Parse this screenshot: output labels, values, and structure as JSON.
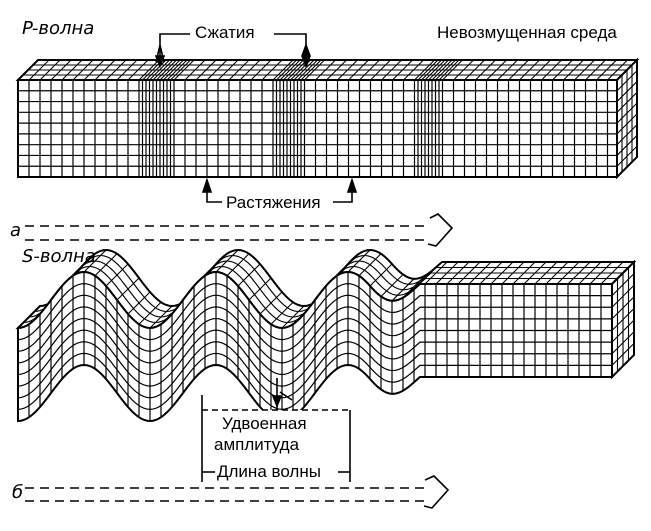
{
  "panel_a": {
    "title": "P-волна",
    "letter": "а",
    "compressions_label": "Сжатия",
    "rarefactions_label": "Растяжения",
    "undisturbed_label": "Невозмущенная среда"
  },
  "panel_b": {
    "title": "S-волна",
    "letter": "б",
    "double_amplitude_line1": "Удвоенная",
    "double_amplitude_line2": "амплитуда",
    "wavelength_label": "Длина волны"
  }
}
